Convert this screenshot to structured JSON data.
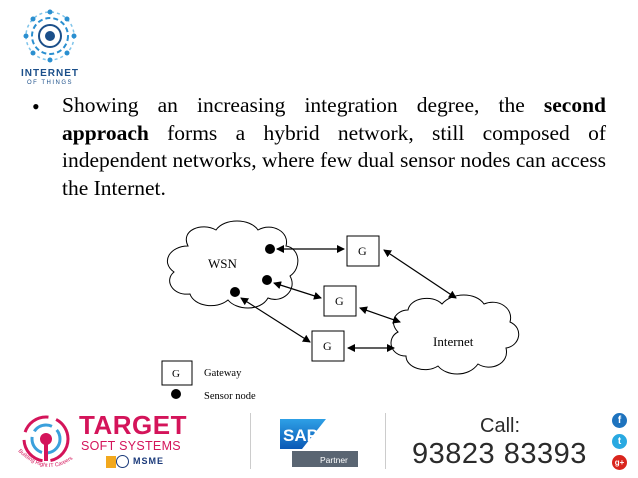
{
  "logo": {
    "line1": "INTERNET",
    "line2": "OF THINGS",
    "color": "#1b4f8a"
  },
  "bullet": {
    "parts": [
      {
        "text": "Showing an increasing integration degree, the ",
        "bold": false
      },
      {
        "text": "second approach",
        "bold": true
      },
      {
        "text": " forms a hybrid network, still composed of independent networks, where few dual sensor nodes can access the Internet.",
        "bold": false
      }
    ]
  },
  "diagram": {
    "wsn_label": "WSN",
    "internet_label": "Internet",
    "gateway_label": "G",
    "legend": {
      "gateway_symbol": "G",
      "gateway_text": "Gateway",
      "sensor_text": "Sensor node"
    }
  },
  "footer": {
    "brand_title": "TARGET",
    "brand_subtitle": "SOFT SYSTEMS",
    "tagline": "Building Right IT Careers",
    "msme": "MSME",
    "sap_logo": "SAP",
    "sap_partner": "Partner",
    "call_label": "Call:",
    "phone": "93823 83393",
    "brand_color": "#d4145a",
    "social": [
      {
        "icon": "facebook-icon",
        "glyph": "f",
        "color": "#1e73be"
      },
      {
        "icon": "twitter-icon",
        "glyph": "t",
        "color": "#29a9e1"
      },
      {
        "icon": "google-plus-icon",
        "glyph": "g+",
        "color": "#d9251d"
      }
    ]
  }
}
